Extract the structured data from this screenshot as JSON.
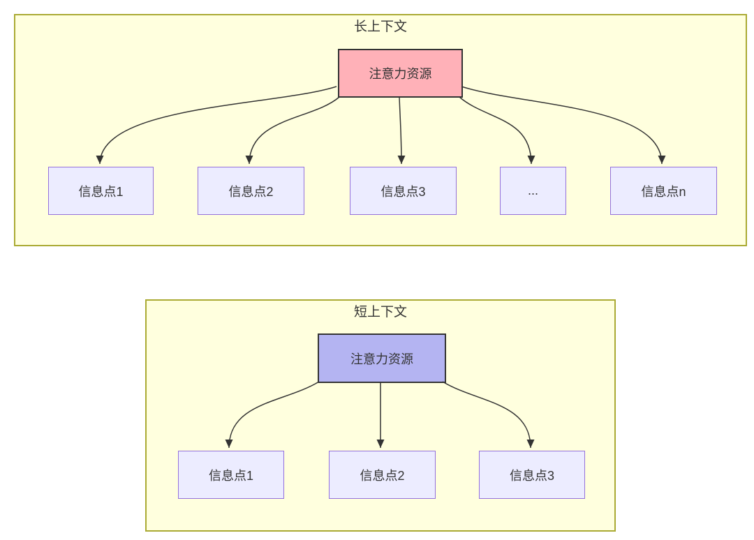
{
  "colors": {
    "cluster_fill": "#ffffde",
    "cluster_border": "#aaaa33",
    "node_fill": "#ececff",
    "node_border": "#9370db",
    "attention_long_fill": "#ffb1b8",
    "attention_short_fill": "#b4b4f2",
    "attention_border": "#333333",
    "edge_color": "#333333",
    "text_color": "#333333"
  },
  "long_context": {
    "title": "长上下文",
    "attention_label": "注意力资源",
    "info_points": [
      "信息点1",
      "信息点2",
      "信息点3",
      "...",
      "信息点n"
    ]
  },
  "short_context": {
    "title": "短上下文",
    "attention_label": "注意力资源",
    "info_points": [
      "信息点1",
      "信息点2",
      "信息点3"
    ]
  }
}
